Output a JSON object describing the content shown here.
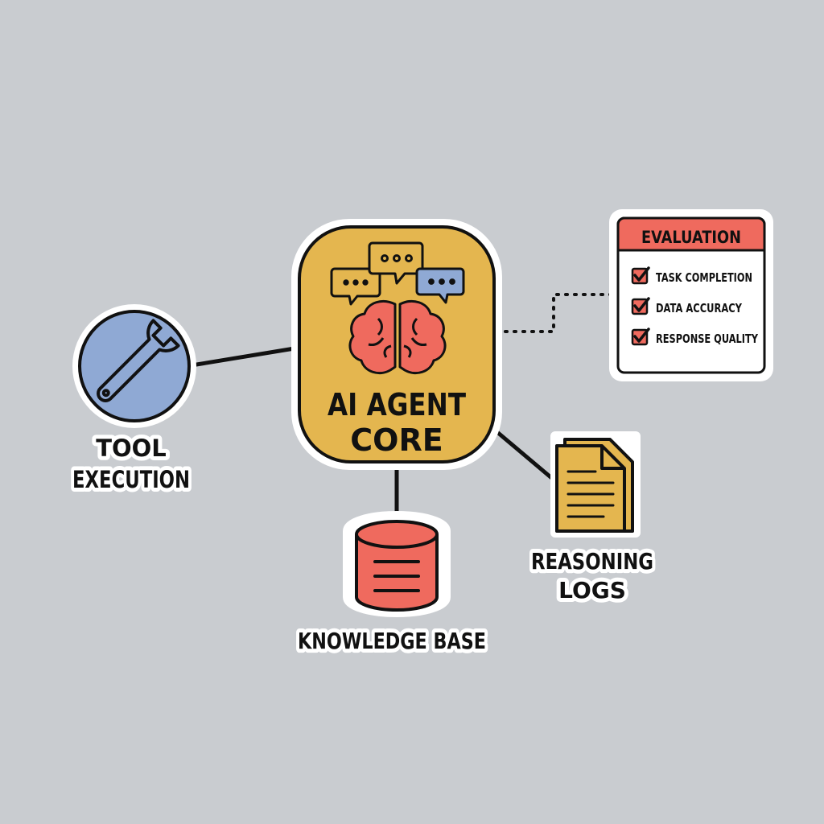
{
  "core": {
    "title_line1": "AI AGENT",
    "title_line2": "CORE",
    "fill_color": "#e4b64f",
    "icons": [
      "chat-bubbles-icon",
      "brain-icon"
    ]
  },
  "tool": {
    "label_line1": "TOOL",
    "label_line2": "EXECUTION",
    "fill_color": "#8fa9d4",
    "icon": "wrench-icon"
  },
  "knowledge": {
    "label": "KNOWLEDGE BASE",
    "fill_color": "#ef6a5e",
    "icon": "database-icon"
  },
  "logs": {
    "label_line1": "REASONING",
    "label_line2": "LOGS",
    "fill_color": "#e4b64f",
    "icon": "document-icon"
  },
  "evaluation": {
    "title": "EVALUATION",
    "header_color": "#ef6a5e",
    "items": [
      "TASK COMPLETION",
      "DATA ACCURACY",
      "RESPONSE QUALITY"
    ],
    "check_color": "#ef6a5e",
    "icon": "checkbox-icon"
  },
  "colors": {
    "background": "#c9ccd0",
    "outline": "#111111",
    "sticker_border": "#ffffff"
  }
}
